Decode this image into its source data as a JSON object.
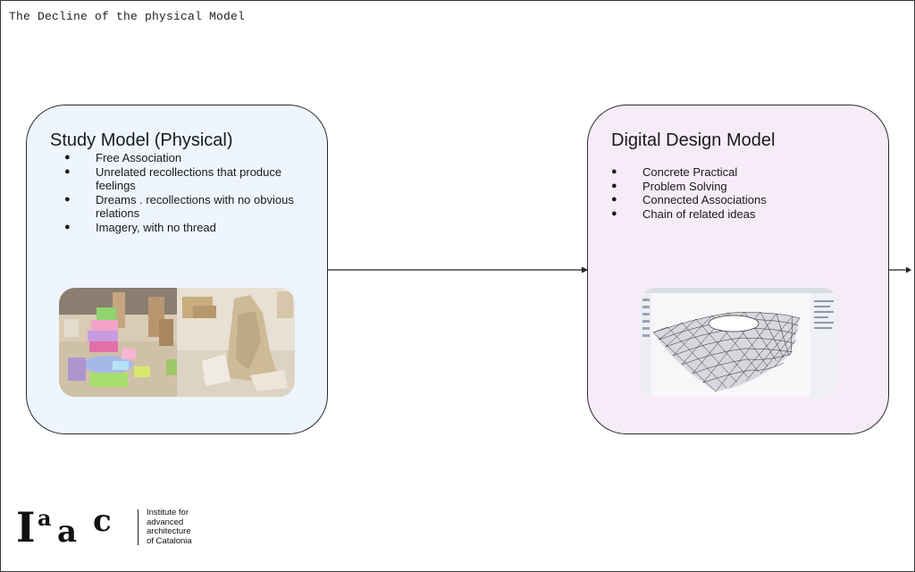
{
  "slide": {
    "title": "The Decline of the physical Model"
  },
  "physical_card": {
    "title": "Study Model (Physical)",
    "bullets": [
      "Free Association",
      "Unrelated recollections that produce feelings",
      "Dreams . recollections with no obvious relations",
      "Imagery, with no thread"
    ],
    "bullet_glyph": "●",
    "background": "#eef5fd"
  },
  "digital_card": {
    "title": "Digital Design Model",
    "bullets": [
      "Concrete Practical",
      "Problem Solving",
      "Connected Associations",
      "Chain of related ideas"
    ],
    "bullet_glyph": "●",
    "background": "#f6ecf8"
  },
  "logo": {
    "wordmark": "Iaac",
    "text_lines": [
      "Institute for",
      "advanced",
      "architecture",
      "of Catalonia"
    ]
  }
}
